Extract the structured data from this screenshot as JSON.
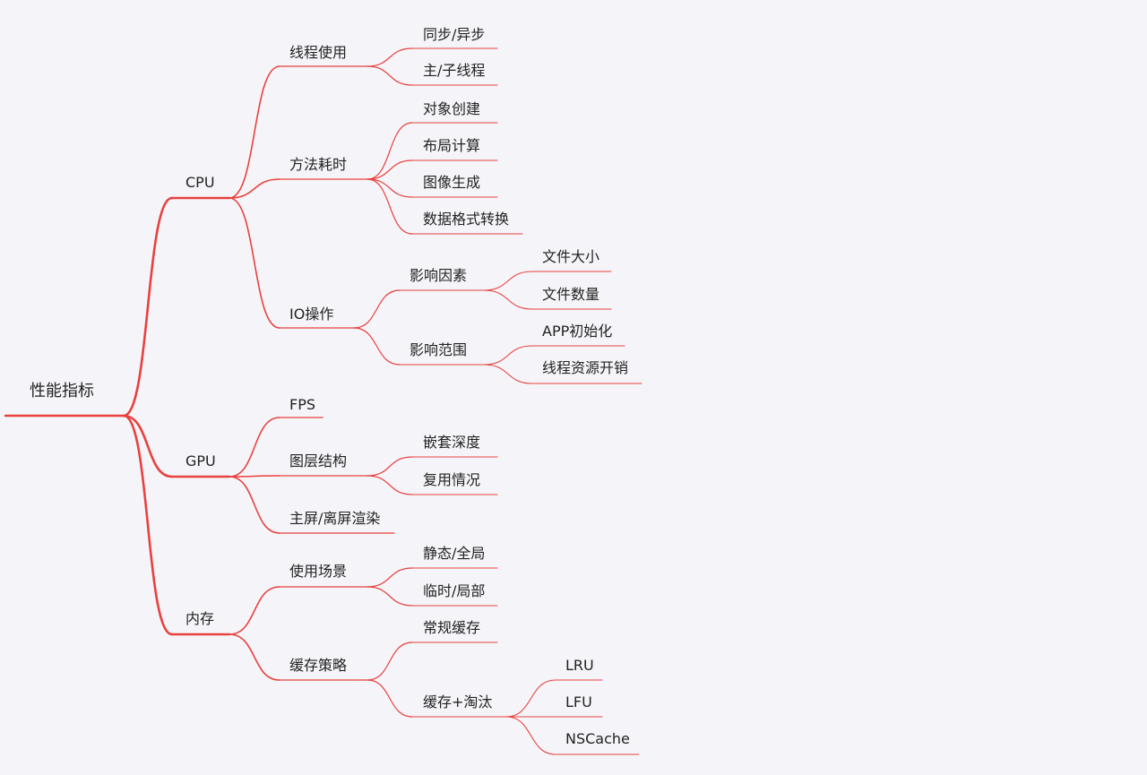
{
  "colors": {
    "background": "#f5f5f9",
    "branch": "#e8413e",
    "text": "#222222"
  },
  "mindmap": {
    "root": "性能指标",
    "children": [
      {
        "label": "CPU",
        "children": [
          {
            "label": "线程使用",
            "children": [
              {
                "label": "同步/异步"
              },
              {
                "label": "主/子线程"
              }
            ]
          },
          {
            "label": "方法耗时",
            "children": [
              {
                "label": "对象创建"
              },
              {
                "label": "布局计算"
              },
              {
                "label": "图像生成"
              },
              {
                "label": "数据格式转换"
              }
            ]
          },
          {
            "label": "IO操作",
            "children": [
              {
                "label": "影响因素",
                "children": [
                  {
                    "label": "文件大小"
                  },
                  {
                    "label": "文件数量"
                  }
                ]
              },
              {
                "label": "影响范围",
                "children": [
                  {
                    "label": "APP初始化"
                  },
                  {
                    "label": "线程资源开销"
                  }
                ]
              }
            ]
          }
        ]
      },
      {
        "label": "GPU",
        "children": [
          {
            "label": "FPS"
          },
          {
            "label": "图层结构",
            "children": [
              {
                "label": "嵌套深度"
              },
              {
                "label": "复用情况"
              }
            ]
          },
          {
            "label": "主屏/离屏渲染"
          }
        ]
      },
      {
        "label": "内存",
        "children": [
          {
            "label": "使用场景",
            "children": [
              {
                "label": "静态/全局"
              },
              {
                "label": "临时/局部"
              }
            ]
          },
          {
            "label": "缓存策略",
            "children": [
              {
                "label": "常规缓存"
              },
              {
                "label": "缓存+淘汰",
                "children": [
                  {
                    "label": "LRU"
                  },
                  {
                    "label": "LFU"
                  },
                  {
                    "label": "NSCache"
                  }
                ]
              }
            ]
          }
        ]
      }
    ]
  }
}
